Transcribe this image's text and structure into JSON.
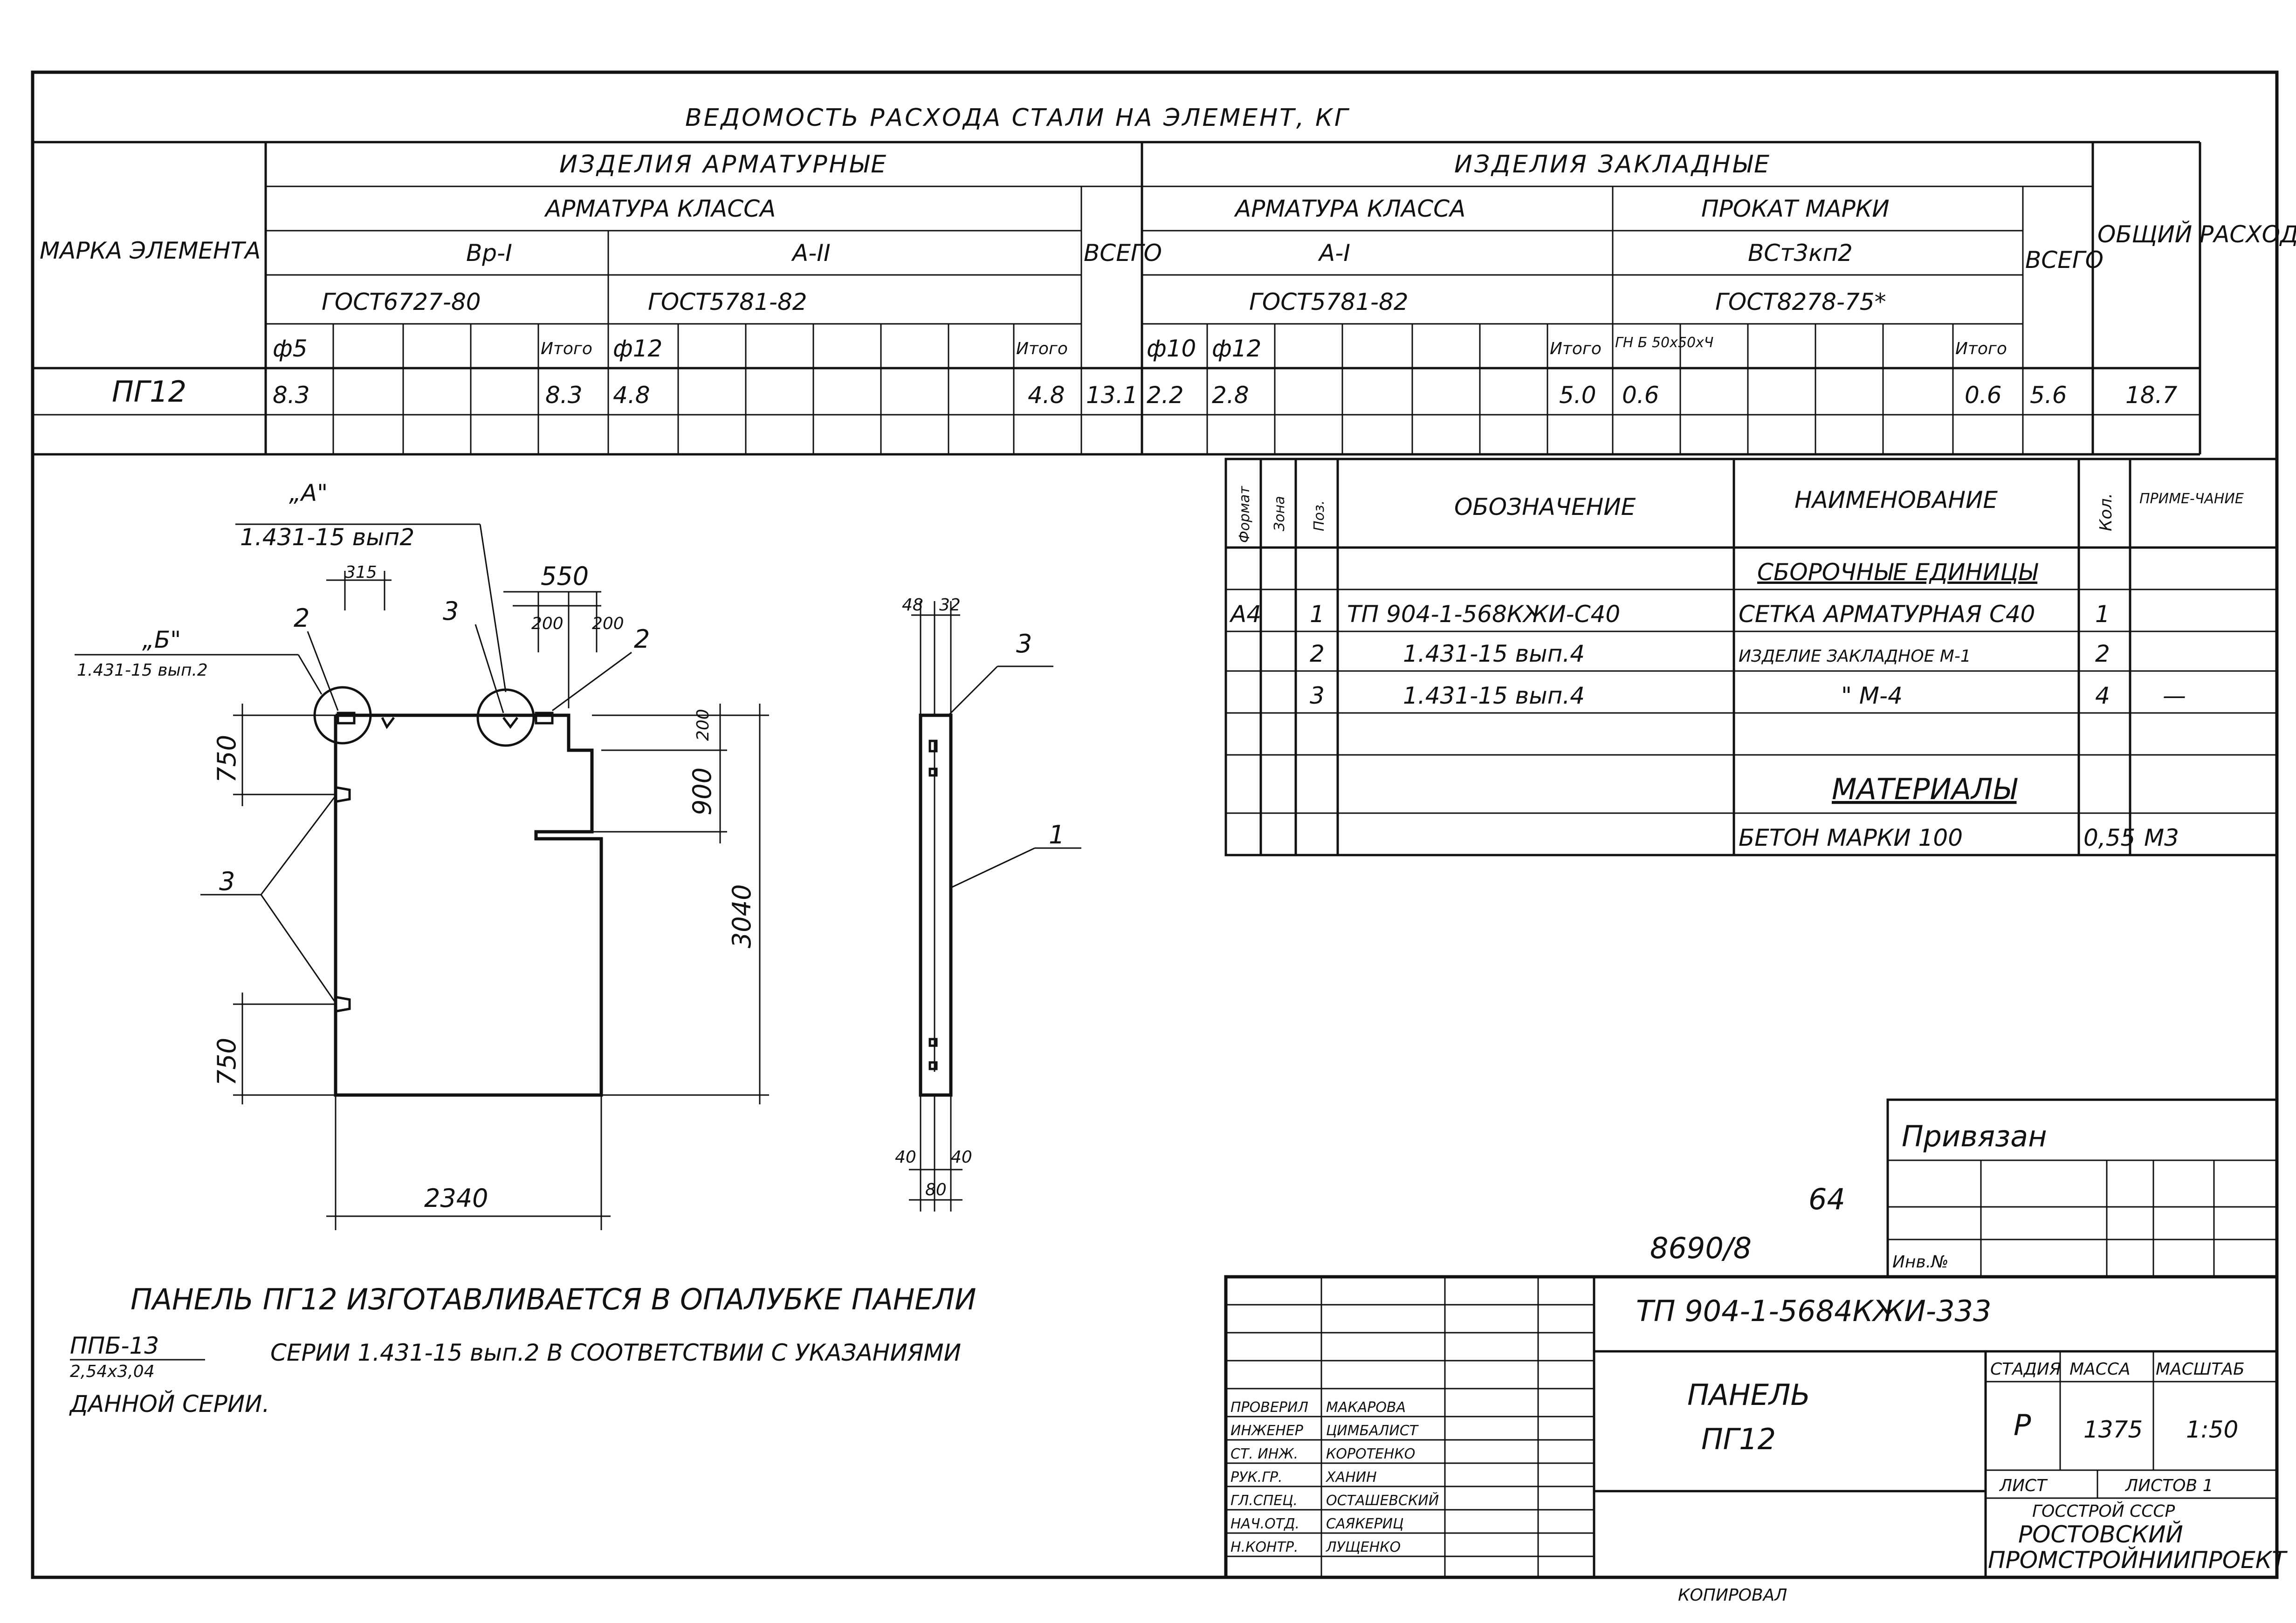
{
  "steel_table": {
    "title": "ВЕДОМОСТЬ РАСХОДА СТАЛИ НА ЭЛЕМЕНТ, КГ",
    "col_mark": "МАРКА ЭЛЕМЕНТА",
    "group_reinforcement": "ИЗДЕЛИЯ АРМАТУРНЫЕ",
    "group_embedded": "ИЗДЕЛИЯ ЗАКЛАДНЫЕ",
    "rebar_class_1": "АРМАТУРА КЛАССА",
    "rebar_class_2": "АРМАТУРА КЛАССА",
    "rolled_brand": "ПРОКАТ МАРКИ",
    "class_bp1": "Вр-I",
    "class_a2": "А-II",
    "class_a1": "А-I",
    "class_vst": "ВСт3кп2",
    "gost_6727": "ГОСТ6727-80",
    "gost_5781_a": "ГОСТ5781-82",
    "gost_5781_b": "ГОСТ5781-82",
    "gost_8278": "ГОСТ8278-75*",
    "total_1": "ВСЕГО",
    "total_2": "ВСЕГО",
    "overall": "ОБЩИЙ РАСХОД",
    "d5": "ф5",
    "itogo_1": "Итого",
    "d12_a": "ф12",
    "itogo_2": "Итого",
    "d10": "ф10",
    "d12_b": "ф12",
    "itogo_3": "Итого",
    "gn": "ГН Б 50х50хЧ",
    "itogo_4": "Итого",
    "row": {
      "mark": "ПГ12",
      "d5": "8.3",
      "itogo_1": "8.3",
      "d12": "4.8",
      "itogo_2": "4.8",
      "total_1": "13.1",
      "d10": "2.2",
      "d12b": "2.8",
      "itogo_3": "5.0",
      "gn": "0.6",
      "itogo_4": "0.6",
      "total_2": "5.6",
      "overall": "18.7"
    }
  },
  "spec_table": {
    "h_format": "Формат",
    "h_zone": "Зона",
    "h_pos": "Поз.",
    "h_designation": "ОБОЗНАЧЕНИЕ",
    "h_name": "НАИМЕНОВАНИЕ",
    "h_qty": "Кол.",
    "h_note": "ПРИМЕ-ЧАНИЕ",
    "section_assemblies": "СБОРОЧНЫЕ ЕДИНИЦЫ",
    "rows": [
      {
        "format": "А4",
        "pos": "1",
        "designation": "ТП 904-1-568КЖИ-С40",
        "name": "СЕТКА АРМАТУРНАЯ С40",
        "qty": "1",
        "note": ""
      },
      {
        "format": "",
        "pos": "2",
        "designation": "1.431-15 вып.4",
        "name": "ИЗДЕЛИЕ ЗАКЛАДНОЕ М-1",
        "qty": "2",
        "note": ""
      },
      {
        "format": "",
        "pos": "3",
        "designation": "1.431-15 вып.4",
        "name": "\"          М-4",
        "qty": "4",
        "note": "—"
      }
    ],
    "section_materials": "МАТЕРИАЛЫ",
    "material": {
      "name": "БЕТОН МАРКИ 100",
      "qty": "0,55",
      "unit": "М3"
    }
  },
  "drawing": {
    "callout_a": "„А\"",
    "callout_a_ref": "1.431-15 вып2",
    "callout_b": "„Б\"",
    "callout_b_ref": "1.431-15 вып.2",
    "dims": {
      "d315": "315",
      "d550": "550",
      "d200a": "200",
      "d200b": "200",
      "d200v": "200",
      "d750a": "750",
      "d900": "900",
      "d3040": "3040",
      "d750b": "750",
      "d2340": "2340",
      "d48": "48",
      "d32": "32",
      "d40a": "40",
      "d40b": "40",
      "d80": "80"
    },
    "pos_labels": {
      "p2a": "2",
      "p3a": "3",
      "p2b": "2",
      "p3b": "3",
      "p3side": "3",
      "p1": "1"
    }
  },
  "note": {
    "line1": "ПАНЕЛЬ ПГ12 ИЗГОТАВЛИВАЕТСЯ В ОПАЛУБКЕ ПАНЕЛИ",
    "frac_top": "ППБ-13",
    "frac_bottom": "2,54х3,04",
    "line2": "СЕРИИ 1.431-15 вып.2 В СООТВЕТСТВИИ С УКАЗАНИЯМИ",
    "line3": "ДАННОЙ СЕРИИ."
  },
  "binding": {
    "label": "Привязан",
    "inv": "Инв.№",
    "number_64": "64",
    "number_8690": "8690/8"
  },
  "title_block": {
    "code": "ТП 904-1-5684КЖИ-333",
    "name_line1": "ПАНЕЛЬ",
    "name_line2": "ПГ12",
    "stage_h": "СТАДИЯ",
    "mass_h": "МАССА",
    "scale_h": "МАСШТАБ",
    "stage": "Р",
    "mass": "1375",
    "scale": "1:50",
    "sheet_h": "ЛИСТ",
    "sheets_h": "ЛИСТОВ 1",
    "org1": "ГОССТРОЙ СССР",
    "org2": "РОСТОВСКИЙ",
    "org3": "ПРОМСТРОЙНИИПРОЕКТ",
    "signers": [
      {
        "role": "ПРОВЕРИЛ",
        "name": "МАКАРОВА"
      },
      {
        "role": "ИНЖЕНЕР",
        "name": "ЦИМБАЛИСТ"
      },
      {
        "role": "СТ. ИНЖ.",
        "name": "КОРОТЕНКО"
      },
      {
        "role": "РУК.ГР.",
        "name": "ХАНИН"
      },
      {
        "role": "ГЛ.СПЕЦ.",
        "name": "ОСТАШЕВСКИЙ"
      },
      {
        "role": "НАЧ.ОТД.",
        "name": "САЯКЕРИЦ"
      },
      {
        "role": "Н.КОНТР.",
        "name": "ЛУЩЕНКО"
      }
    ]
  },
  "footer": {
    "copied": "КОПИРОВАЛ"
  }
}
